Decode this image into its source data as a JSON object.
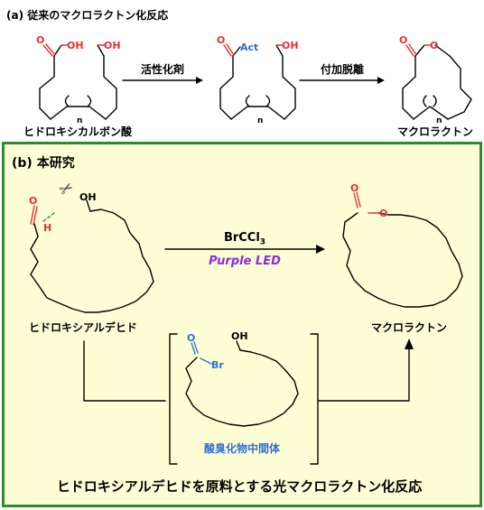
{
  "panel_a": {
    "title": "(a) 従来のマクロラクトン化反応",
    "reagent1": "活性化剤",
    "reagent2": "付加脱離",
    "start_label": "ヒドロキシカルボン酸",
    "end_label": "マクロラクトン",
    "oh": "OH",
    "ho": "HO",
    "o": "O",
    "act": "Act",
    "n": "n"
  },
  "panel_b": {
    "title": "(b) 本研究",
    "reagent": "BrCCl",
    "reagent_sub": "3",
    "condition": "Purple LED",
    "start_label": "ヒドロキシアルデヒド",
    "end_label": "マクロラクトン",
    "intermediate_label": "酸臭化物中間体",
    "caption": "ヒドロキシアルデヒドを原料とする光マクロラクトン化反応",
    "o": "O",
    "h": "H",
    "oh": "OH",
    "br": "Br",
    "scissors": "✂"
  },
  "colors": {
    "panel_border": "#2f8a2f",
    "panel_fill": "#fefed6",
    "heteroatom_red": "#e53030",
    "bromide_blue": "#2f6fd8",
    "led_purple": "#8a2be2"
  }
}
